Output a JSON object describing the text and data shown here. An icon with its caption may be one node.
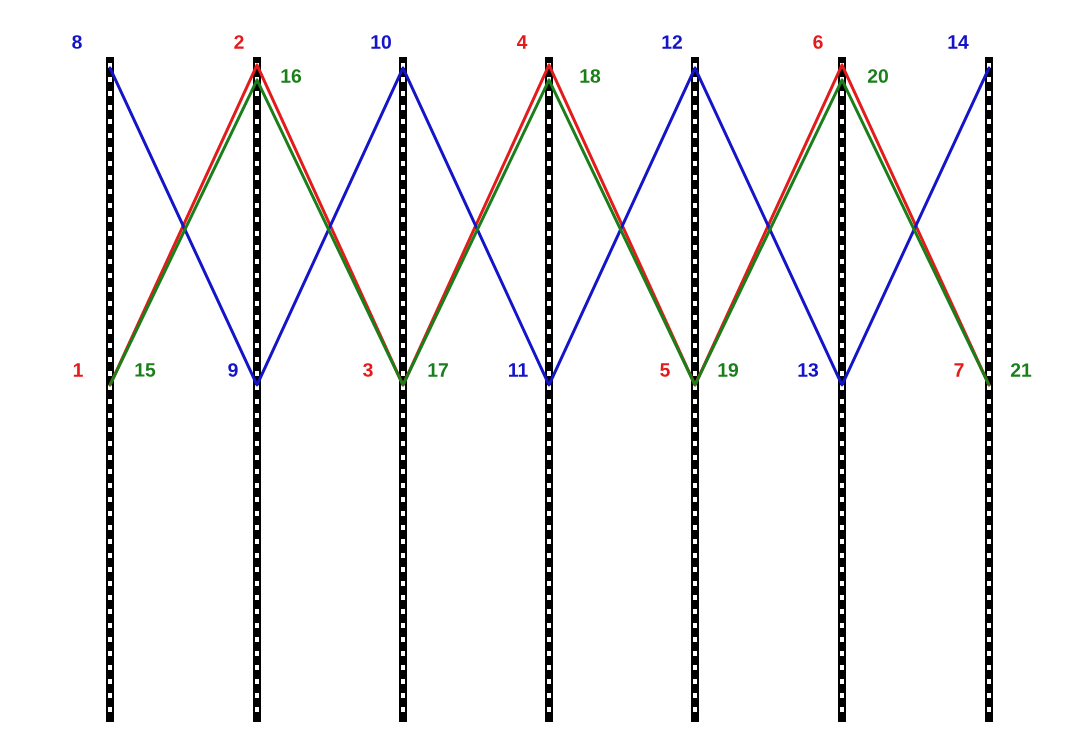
{
  "diagram": {
    "nodes": [
      {
        "text": [
          "1"
        ]
      },
      {
        "text": [
          "2"
        ]
      },
      {
        "text": [
          "3"
        ]
      },
      {
        "text": [
          "4"
        ]
      },
      {
        "text": [
          "5"
        ]
      },
      {
        "text": [
          "6"
        ]
      },
      {
        "text": [
          "7"
        ]
      },
      {
        "text": [
          "8"
        ]
      },
      {
        "text": [
          "9"
        ]
      },
      {
        "text": [
          "10"
        ]
      },
      {
        "text": [
          "11"
        ]
      },
      {
        "text": [
          "12"
        ]
      },
      {
        "text": [
          "13"
        ]
      },
      {
        "text": [
          "14"
        ]
      },
      {
        "text": [
          "15"
        ]
      },
      {
        "text": [
          "16"
        ]
      },
      {
        "text": [
          "17"
        ]
      },
      {
        "text": [
          "18"
        ]
      },
      {
        "text": [
          "19"
        ]
      },
      {
        "text": [
          "20"
        ]
      },
      {
        "text": [
          "21"
        ]
      }
    ],
    "edges": [
      {
        "from": 0,
        "to": 1,
        "arrow": "none",
        "color": "#e41b1b"
      },
      {
        "from": 1,
        "to": 2,
        "arrow": "none",
        "color": "#e41b1b"
      },
      {
        "from": 2,
        "to": 3,
        "arrow": "none",
        "color": "#e41b1b"
      },
      {
        "from": 3,
        "to": 4,
        "arrow": "none",
        "color": "#e41b1b"
      },
      {
        "from": 4,
        "to": 5,
        "arrow": "none",
        "color": "#e41b1b"
      },
      {
        "from": 5,
        "to": 6,
        "arrow": "none",
        "color": "#e41b1b"
      },
      {
        "from": 7,
        "to": 8,
        "arrow": "none",
        "color": "#1414c8"
      },
      {
        "from": 8,
        "to": 9,
        "arrow": "none",
        "color": "#1414c8"
      },
      {
        "from": 9,
        "to": 10,
        "arrow": "none",
        "color": "#1414c8"
      },
      {
        "from": 10,
        "to": 11,
        "arrow": "none",
        "color": "#1414c8"
      },
      {
        "from": 11,
        "to": 12,
        "arrow": "none",
        "color": "#1414c8"
      },
      {
        "from": 12,
        "to": 13,
        "arrow": "none",
        "color": "#1414c8"
      },
      {
        "from": 14,
        "to": 15,
        "arrow": "none",
        "color": "#1a7f1a"
      },
      {
        "from": 15,
        "to": 16,
        "arrow": "none",
        "color": "#1a7f1a"
      },
      {
        "from": 16,
        "to": 17,
        "arrow": "none",
        "color": "#1a7f1a"
      },
      {
        "from": 17,
        "to": 18,
        "arrow": "none",
        "color": "#1a7f1a"
      },
      {
        "from": 18,
        "to": 19,
        "arrow": "none",
        "color": "#1a7f1a"
      },
      {
        "from": 19,
        "to": 20,
        "arrow": "none",
        "color": "#1a7f1a"
      }
    ]
  }
}
